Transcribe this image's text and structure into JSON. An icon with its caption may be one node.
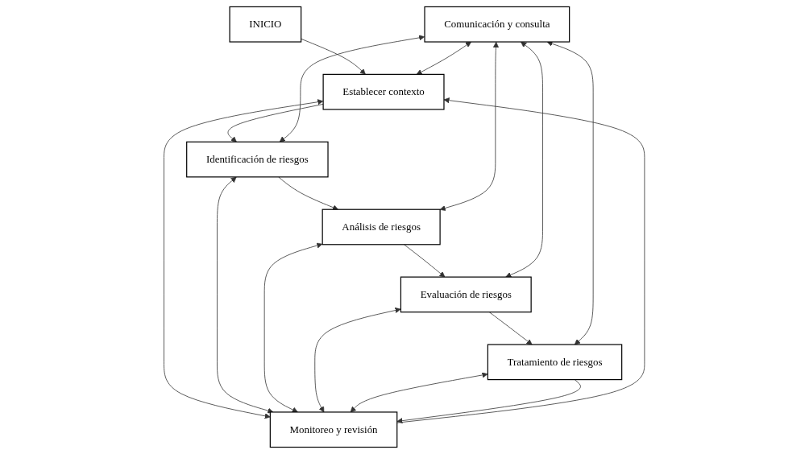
{
  "diagram": {
    "nodes": [
      {
        "text": [
          "INICIO"
        ]
      },
      {
        "text": [
          "Comunicación y consulta"
        ]
      },
      {
        "text": [
          "Establecer contexto"
        ]
      },
      {
        "text": [
          "Identificación de riesgos"
        ]
      },
      {
        "text": [
          "Análisis de riesgos"
        ]
      },
      {
        "text": [
          "Evaluación de riesgos"
        ]
      },
      {
        "text": [
          "Tratamiento de riesgos"
        ]
      },
      {
        "text": [
          "Monitoreo y revisión"
        ]
      }
    ],
    "edges": [
      {
        "from": 0,
        "to": 2,
        "arrow": "to"
      },
      {
        "from": 2,
        "to": 3,
        "arrow": "to"
      },
      {
        "from": 3,
        "to": 4,
        "arrow": "to"
      },
      {
        "from": 4,
        "to": 5,
        "arrow": "to"
      },
      {
        "from": 5,
        "to": 6,
        "arrow": "to"
      },
      {
        "from": 1,
        "to": 2,
        "arrow": "both"
      },
      {
        "from": 1,
        "to": 3,
        "arrow": "both"
      },
      {
        "from": 1,
        "to": 4,
        "arrow": "both"
      },
      {
        "from": 1,
        "to": 5,
        "arrow": "both"
      },
      {
        "from": 1,
        "to": 6,
        "arrow": "both"
      },
      {
        "from": 2,
        "to": 7,
        "arrow": "both"
      },
      {
        "from": 3,
        "to": 7,
        "arrow": "both"
      },
      {
        "from": 4,
        "to": 7,
        "arrow": "both"
      },
      {
        "from": 5,
        "to": 7,
        "arrow": "both"
      },
      {
        "from": 6,
        "to": 7,
        "arrow": "both"
      },
      {
        "from": 7,
        "to": 2,
        "arrow": "to"
      },
      {
        "from": 6,
        "to": 7,
        "arrow": "to"
      }
    ]
  }
}
